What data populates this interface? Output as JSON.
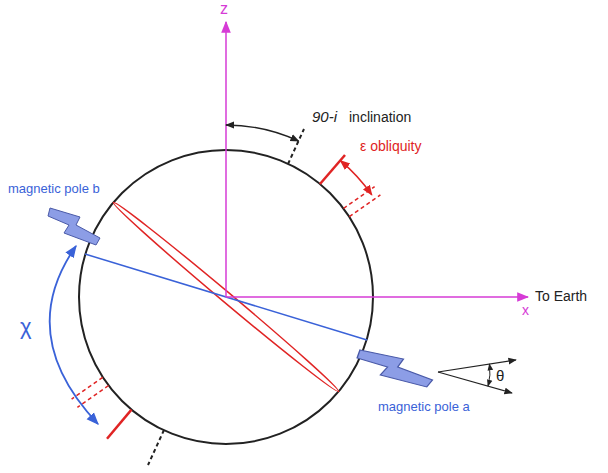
{
  "diagram": {
    "labels": [
      "z",
      "90-i",
      "inclination",
      "ε obliquity",
      "magnetic pole b",
      "χ",
      "To Earth",
      "x",
      "magnetic pole a",
      "θ"
    ]
  }
}
